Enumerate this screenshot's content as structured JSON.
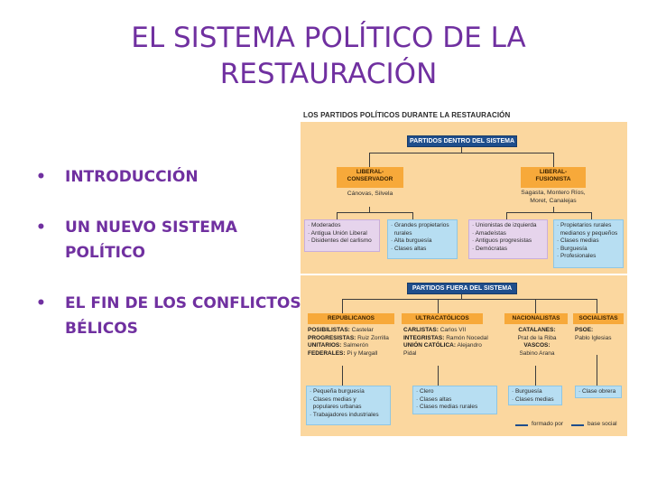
{
  "slide": {
    "title_line1": "EL SISTEMA POLÍTICO DE LA",
    "title_line2": "RESTAURACIÓN",
    "bullet_char": "•",
    "bullets": [
      {
        "line1": "INTRODUCCIÓN",
        "line2": ""
      },
      {
        "line1": "UN NUEVO SISTEMA",
        "line2": "POLÍTICO"
      },
      {
        "line1": "EL FIN DE LOS CONFLICTOS",
        "line2": "BÉLICOS"
      }
    ]
  },
  "diagram": {
    "title": "LOS PARTIDOS POLÍTICOS DURANTE LA RESTAURACIÓN",
    "inside": {
      "header": "PARTIDOS DENTRO DEL  SISTEMA",
      "liberal_conservador": {
        "name_line1": "LIBERAL-",
        "name_line2": "CONSERVADOR",
        "leaders": "Cánovas, Silvela",
        "formed_by": [
          "· Moderados",
          "· Antigua Unión Liberal",
          "· Disidentes del carlismo"
        ],
        "social_base": [
          "· Grandes propietarios",
          "  rurales",
          "· Alta burguesía",
          "· Clases altas"
        ]
      },
      "liberal_fusionista": {
        "name_line1": "LIBERAL-",
        "name_line2": "FUSIONISTA",
        "leaders_line1": "Sagasta, Montero Ríos,",
        "leaders_line2": "Moret, Canalejas",
        "formed_by": [
          "· Unionistas de izquierda",
          "· Amadeístas",
          "· Antiguos progresistas",
          "· Demócratas"
        ],
        "social_base": [
          "· Propietarios rurales",
          "  medianos y pequeños",
          "· Clases medias",
          "· Burguesía",
          "· Profesionales"
        ]
      }
    },
    "outside": {
      "header": "PARTIDOS FUERA DEL  SISTEMA",
      "republicanos": {
        "name": "REPUBLICANOS",
        "rows": [
          {
            "label": "POSIBILISTAS:",
            "value": " Castelar"
          },
          {
            "label": "PROGRESISTAS:",
            "value": " Ruiz Zorrilla"
          },
          {
            "label": "UNITARIOS:",
            "value": " Salmerón"
          },
          {
            "label": "FEDERALES:",
            "value": " Pi y Margall"
          }
        ],
        "social_base": [
          "· Pequeña burguesía",
          "· Clases medias y",
          "  populares urbanas",
          "· Trabajadores industriales"
        ]
      },
      "ultracatolicos": {
        "name": "ULTRACATÓLICOS",
        "rows": [
          {
            "label": "CARLISTAS:",
            "value": " Carlos VII"
          },
          {
            "label": "INTEGRISTAS:",
            "value": " Ramón Nocedal"
          },
          {
            "label": "UNIÓN CATÓLICA:",
            "value": " Alejandro"
          },
          {
            "label": "",
            "value": "Pidal"
          }
        ],
        "social_base": [
          "· Clero",
          "· Clases altas",
          "· Clases medias rurales"
        ]
      },
      "nacionalistas": {
        "name": "NACIONALISTAS",
        "rows": [
          {
            "label": "CATALANES:",
            "value": ""
          },
          {
            "label": "",
            "value": "Prat de la Riba"
          },
          {
            "label": "VASCOS:",
            "value": ""
          },
          {
            "label": "",
            "value": "Sabino Arana"
          }
        ],
        "social_base": [
          "· Burguesía",
          "· Clases medias"
        ]
      },
      "socialistas": {
        "name": "SOCIALISTAS",
        "rows": [
          {
            "label": "PSOE:",
            "value": ""
          },
          {
            "label": "",
            "value": "Pablo Iglesias"
          }
        ],
        "social_base": [
          "· Clase obrera"
        ]
      }
    },
    "legend": {
      "formed_by": "formado por",
      "social_base": "base social"
    },
    "colors": {
      "panel": "#fbd79f",
      "header": "#1f4e8c",
      "party": "#f7a93a",
      "formed_by_box": "#e6d4ec",
      "social_base_box": "#b7def2",
      "title_text": "#7030a0"
    }
  }
}
